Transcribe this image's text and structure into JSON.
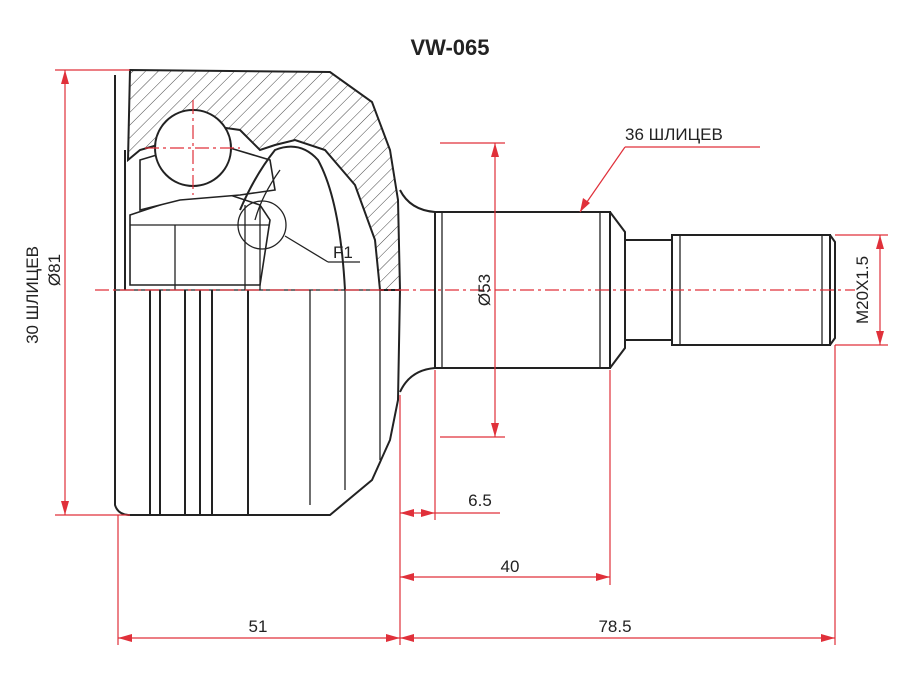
{
  "drawing": {
    "part_number": "VW-065",
    "labels": {
      "outer_splines": "36 ШЛИЦЕВ",
      "inner_splines": "30 ШЛИЦЕВ",
      "outer_diameter": "Ø81",
      "shaft_diameter": "Ø53",
      "thread": "M20X1.5",
      "detail_ref": "F1"
    },
    "dimensions": {
      "seal_width": "6.5",
      "shaft_length": "40",
      "body_length": "51",
      "stub_length": "78.5"
    },
    "colors": {
      "dimension_lines": "#e0303a",
      "outline": "#222222"
    }
  }
}
